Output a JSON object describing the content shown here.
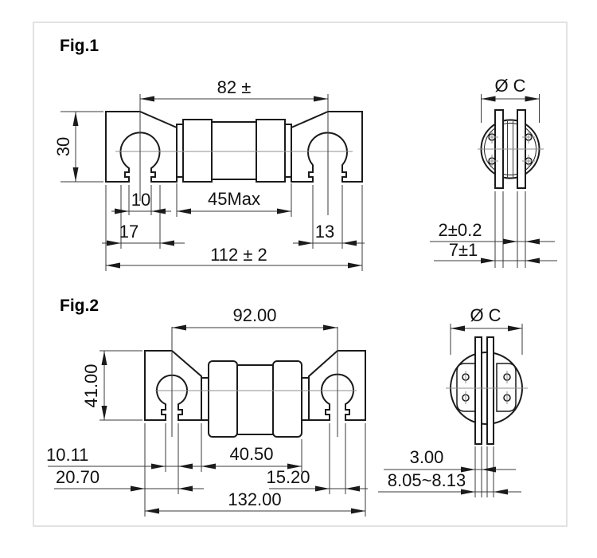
{
  "page": {
    "background": "#ffffff",
    "frame_border": "#d9d9d9",
    "line_color": "#1b1b1b"
  },
  "figures": [
    {
      "label": "Fig.1",
      "front": {
        "dim_top_width": "82 ±",
        "dim_height": "30",
        "dim_slot_width": "10",
        "dim_body_length": "45Max",
        "dim_left_foot": "17",
        "dim_right_foot": "13",
        "dim_overall_length": "112 ± 2"
      },
      "side": {
        "dim_diameter": "Ø C",
        "dim_blade_thickness": "2±0.2",
        "dim_blade_span": "7±1"
      }
    },
    {
      "label": "Fig.2",
      "front": {
        "dim_top_width": "92.00",
        "dim_height": "41.00",
        "dim_slot_width": "10.11",
        "dim_body_length": "40.50",
        "dim_left_foot": "20.70",
        "dim_right_foot": "15.20",
        "dim_overall_length": "132.00"
      },
      "side": {
        "dim_diameter": "Ø C",
        "dim_blade_thickness": "3.00",
        "dim_blade_span": "8.05~8.13"
      }
    }
  ]
}
